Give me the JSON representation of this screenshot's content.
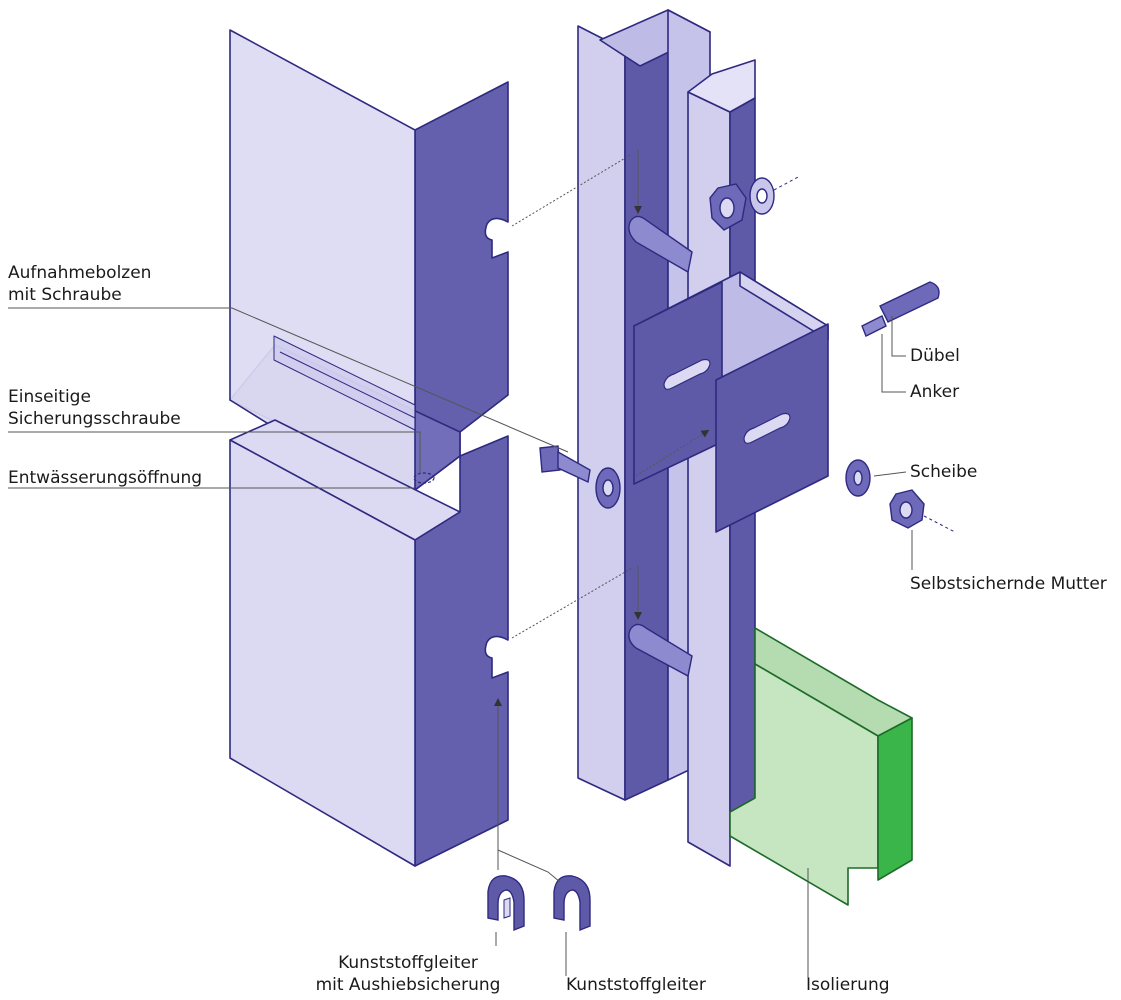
{
  "labels": {
    "aufnahmebolzen": [
      "Aufnahmebolzen",
      "mit Schraube"
    ],
    "sicherungsschraube": [
      "Einseitige",
      "Sicherungsschraube"
    ],
    "entwaesserung": "Entwässerungsöffnung",
    "duebel": "Dübel",
    "anker": "Anker",
    "scheibe": "Scheibe",
    "mutter": "Selbstsichernde Mutter",
    "gleiter_aushieb": [
      "Kunststoffgleiter",
      "mit Aushiebsicherung"
    ],
    "gleiter": "Kunststoffgleiter",
    "isolierung": "Isolierung"
  },
  "colors": {
    "panel_face": "#dcdaf2",
    "panel_side": "#6460ad",
    "outline": "#2e2a80",
    "rail_light": "#d2cfee",
    "rail_dark": "#5f5aa8",
    "insulation_face": "#c5e6c1",
    "insulation_side": "#39b54a",
    "leader": "#555555"
  }
}
